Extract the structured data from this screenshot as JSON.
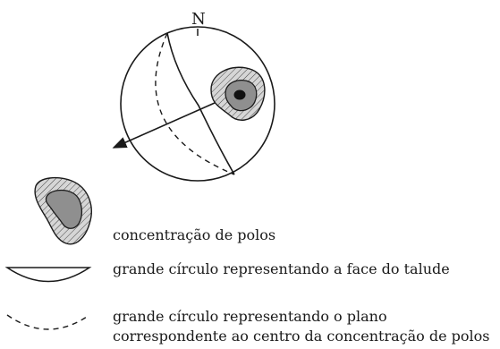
{
  "stereonet": {
    "north_label": "N"
  },
  "legend": {
    "items": [
      {
        "label": "concentração de polos"
      },
      {
        "label": "grande círculo representando a face do talude"
      },
      {
        "label": "grande círculo representando o plano"
      },
      {
        "label": "correspondente ao centro da concentração de polos"
      }
    ]
  },
  "colors": {
    "line": "#1a1a1a",
    "outer_contour_fill": "#d6d6d6",
    "inner_contour_fill": "#8f8f8f",
    "core_fill": "#111111"
  }
}
